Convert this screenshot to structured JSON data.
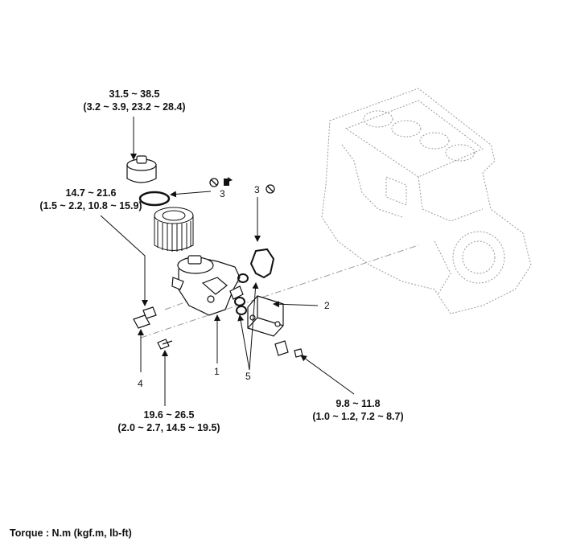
{
  "torques": {
    "filter_cap": {
      "line1": "31.5 ~ 38.5",
      "line2": "(3.2 ~ 3.9, 23.2 ~ 28.4)"
    },
    "sensor_left": {
      "line1": "14.7 ~ 21.6",
      "line2": "(1.5 ~ 2.2, 10.8 ~ 15.9)"
    },
    "bolt_bottom": {
      "line1": "19.6 ~ 26.5",
      "line2": "(2.0 ~ 2.7, 14.5 ~ 19.5)"
    },
    "plug_right": {
      "line1": "9.8 ~ 11.8",
      "line2": "(1.0 ~ 1.2, 7.2 ~ 8.7)"
    }
  },
  "callouts": {
    "c1": "1",
    "c2": "2",
    "c3a": "3",
    "c3b": "3",
    "c4": "4",
    "c5": "5"
  },
  "footer": {
    "torque_units": "Torque : N.m (kgf.m, lb-ft)"
  },
  "colors": {
    "line": "#111111",
    "ghost": "#9a9a9a"
  },
  "icons": [
    "no-reuse-icon",
    "new-part-icon"
  ]
}
